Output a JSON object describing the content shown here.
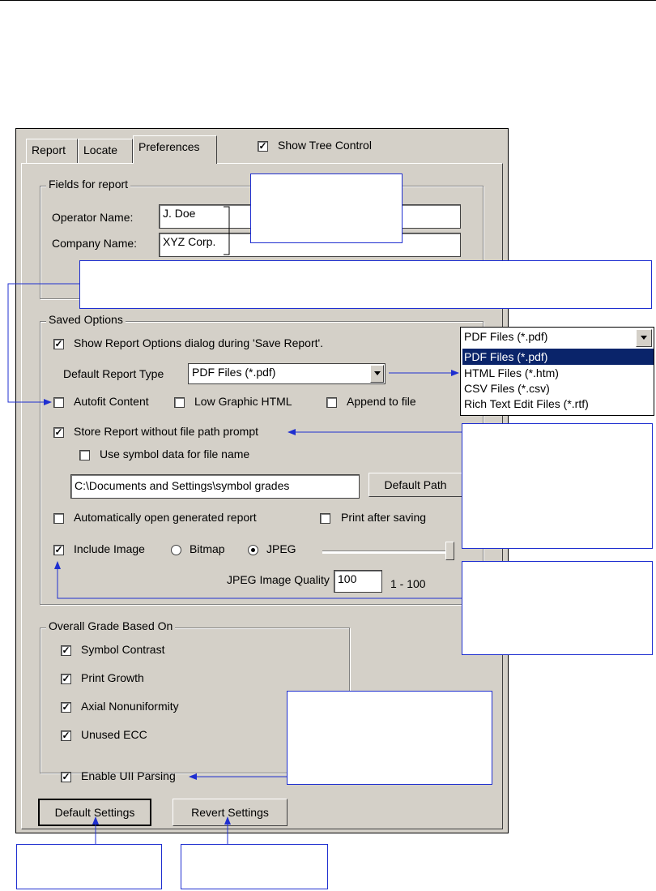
{
  "tabs": [
    "Report",
    "Locate",
    "Preferences"
  ],
  "show_tree_control": "Show Tree Control",
  "fields_group": {
    "legend": "Fields for report",
    "operator_label": "Operator Name:",
    "operator_value": "J. Doe",
    "company_label": "Company Name:",
    "company_value": "XYZ Corp."
  },
  "saved_options": {
    "legend": "Saved Options",
    "show_report_options": "Show Report Options dialog during 'Save Report'.",
    "default_report_type_label": "Default Report Type",
    "default_report_type_value": "PDF Files (*.pdf)",
    "autofit": "Autofit Content",
    "low_graphic": "Low Graphic HTML",
    "append": "Append to file",
    "store_without_prompt": "Store Report without file path prompt",
    "use_symbol_data": "Use symbol data for file name",
    "path_value": "C:\\Documents and Settings\\symbol grades",
    "default_path_btn": "Default Path",
    "auto_open": "Automatically open generated report",
    "print_after": "Print after saving",
    "include_image": "Include Image",
    "bitmap": "Bitmap",
    "jpeg": "JPEG",
    "jpeg_quality_label": "JPEG Image Quality",
    "jpeg_quality_value": "100",
    "jpeg_range": "1 - 100",
    "jpeg_quality_level_percent": 100
  },
  "overall_grade": {
    "legend": "Overall Grade Based On",
    "items": [
      "Symbol Contrast",
      "Print Growth",
      "Axial Nonuniformity",
      "Unused ECC"
    ]
  },
  "enable_uii": "Enable UII Parsing",
  "buttons": {
    "default_settings": "Default Settings",
    "revert_settings": "Revert Settings"
  },
  "report_type_dropdown": {
    "selected": "PDF Files (*.pdf)",
    "options": [
      "PDF Files (*.pdf)",
      "HTML Files (*.htm)",
      "CSV Files (*.csv)",
      "Rich Text Edit Files (*.rtf)"
    ]
  },
  "colors": {
    "dialog_bg": "#d4d0c8",
    "callout": "#1f2fd0",
    "selection": "#0a246a"
  }
}
